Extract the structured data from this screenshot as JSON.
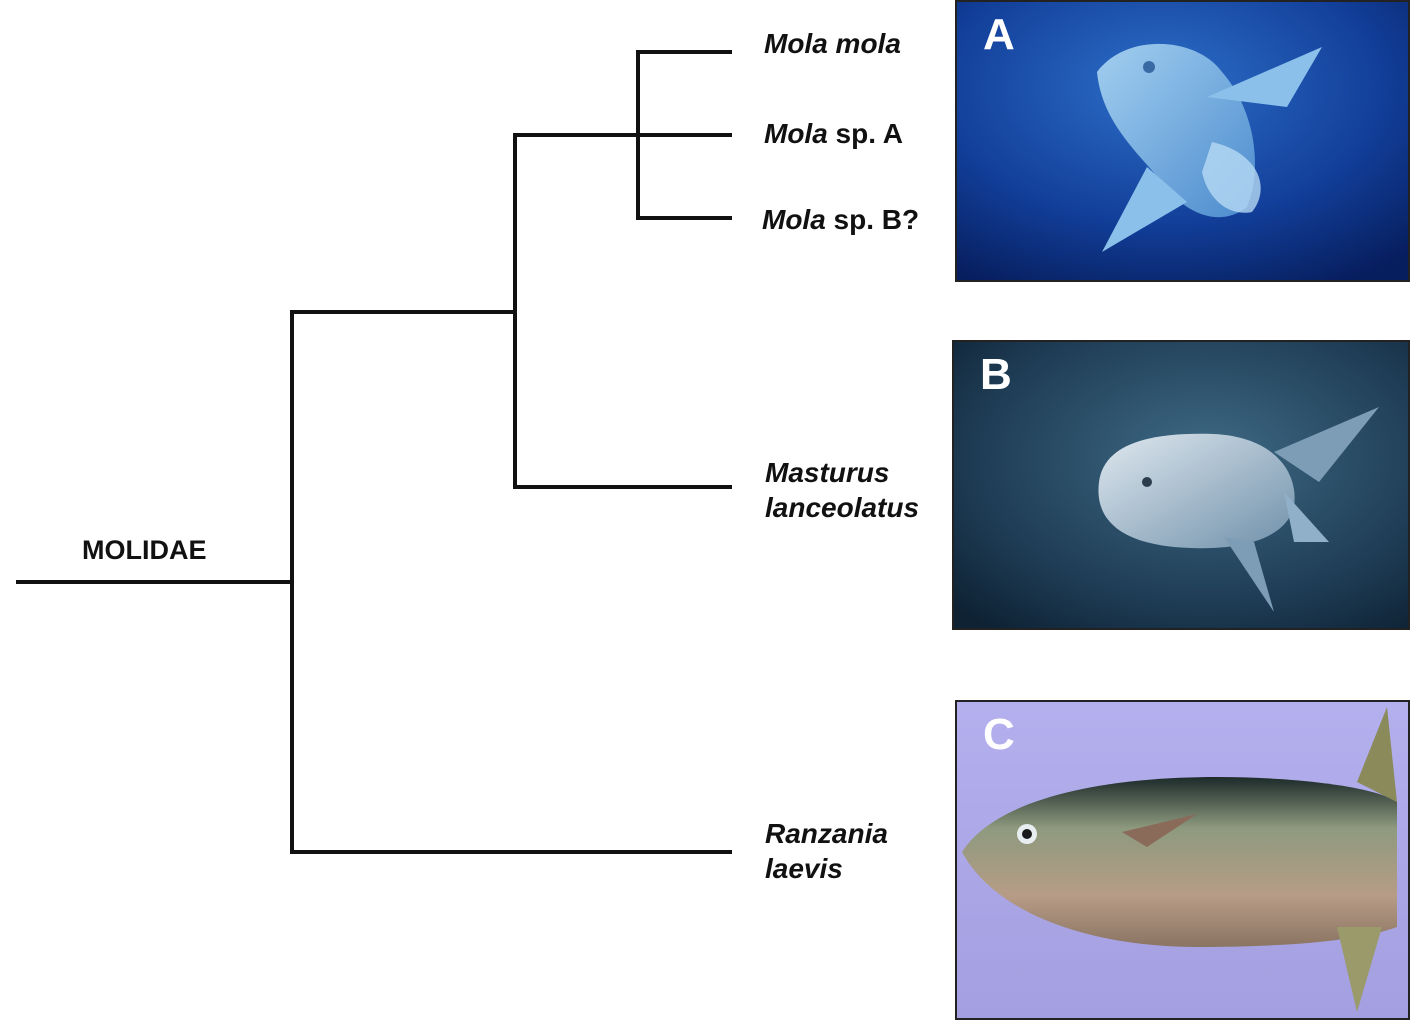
{
  "family_label": "MOLIDAE",
  "taxa": {
    "mola_mola": {
      "genus": "Mola mola",
      "rest": ""
    },
    "mola_sp_a": {
      "genus": "Mola",
      "rest": " sp. A"
    },
    "mola_sp_b": {
      "genus": "Mola",
      "rest": " sp. B?"
    },
    "masturus": {
      "line1": "Masturus",
      "line2": "lanceolatus"
    },
    "ranzania": {
      "line1": "Ranzania",
      "line2": "laevis"
    }
  },
  "panels": {
    "a": {
      "letter": "A"
    },
    "b": {
      "letter": "B"
    },
    "c": {
      "letter": "C"
    }
  }
}
